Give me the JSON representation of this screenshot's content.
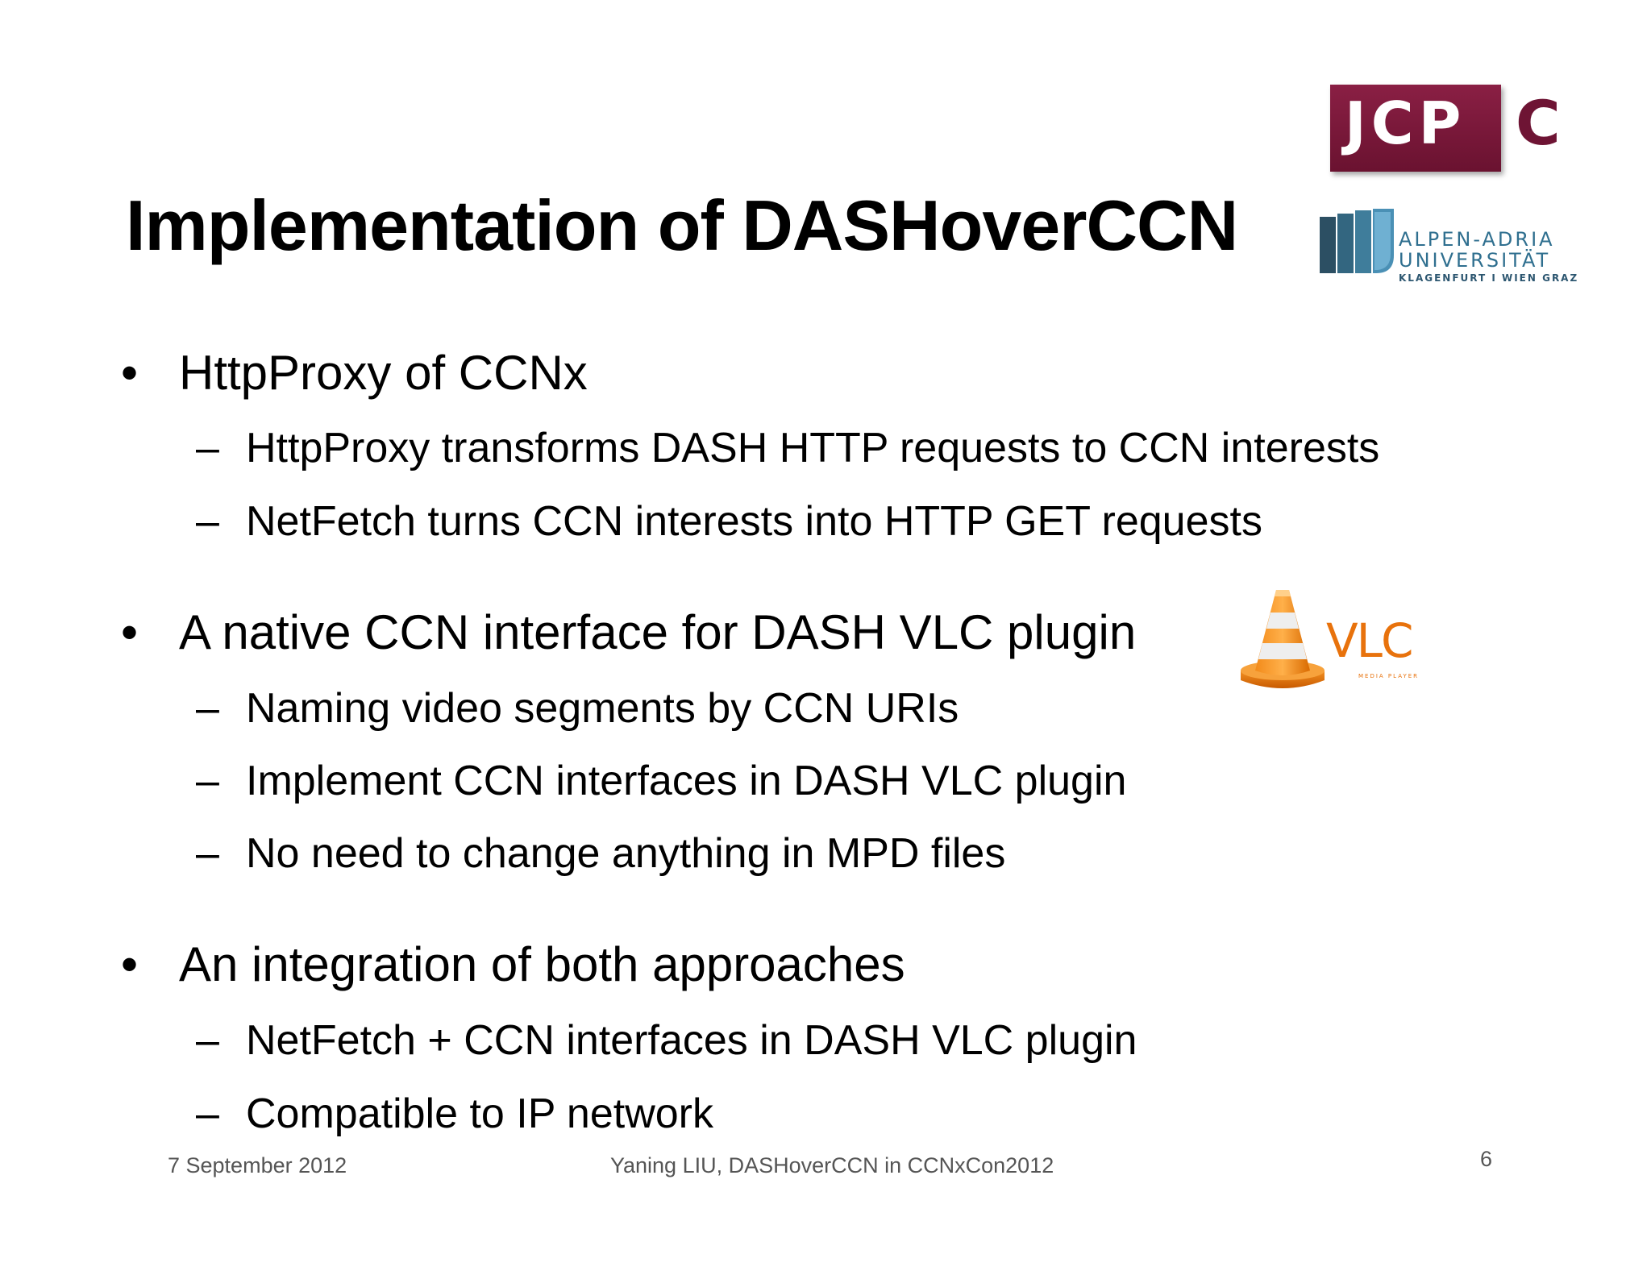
{
  "slide": {
    "title": "Implementation of DASHoverCCN",
    "sections": [
      {
        "heading": "HttpProxy of CCNx",
        "items": [
          "HttpProxy transforms DASH HTTP requests to CCN interests",
          "NetFetch turns CCN interests into HTTP GET requests"
        ]
      },
      {
        "heading": "A native CCN interface for DASH VLC plugin",
        "items": [
          "Naming video segments by CCN URIs",
          "Implement CCN interfaces in DASH VLC plugin",
          "No need to change anything in MPD files"
        ]
      },
      {
        "heading": "An integration of both approaches",
        "items": [
          "NetFetch + CCN interfaces in DASH VLC plugin",
          "Compatible to IP network"
        ]
      }
    ],
    "bullet_symbol": "•",
    "sub_bullet_symbol": "–",
    "footer": {
      "date": "7 September 2012",
      "center": "Yaning LIU, DASHoverCCN in CCNxCon2012",
      "page_number": "6"
    }
  },
  "logos": {
    "jcpc": {
      "box_text": "JCP",
      "trailing_text": "C",
      "color": "#7a1a3c"
    },
    "alpen_adria": {
      "line1": "ALPEN-ADRIA",
      "line2": "UNIVERSITÄT",
      "line3": "KLAGENFURT I WIEN GRAZ",
      "color": "#2f6f8f"
    },
    "vlc": {
      "text": "VLC",
      "subtext": "MEDIA PLAYER",
      "color": "#e8720c"
    }
  }
}
